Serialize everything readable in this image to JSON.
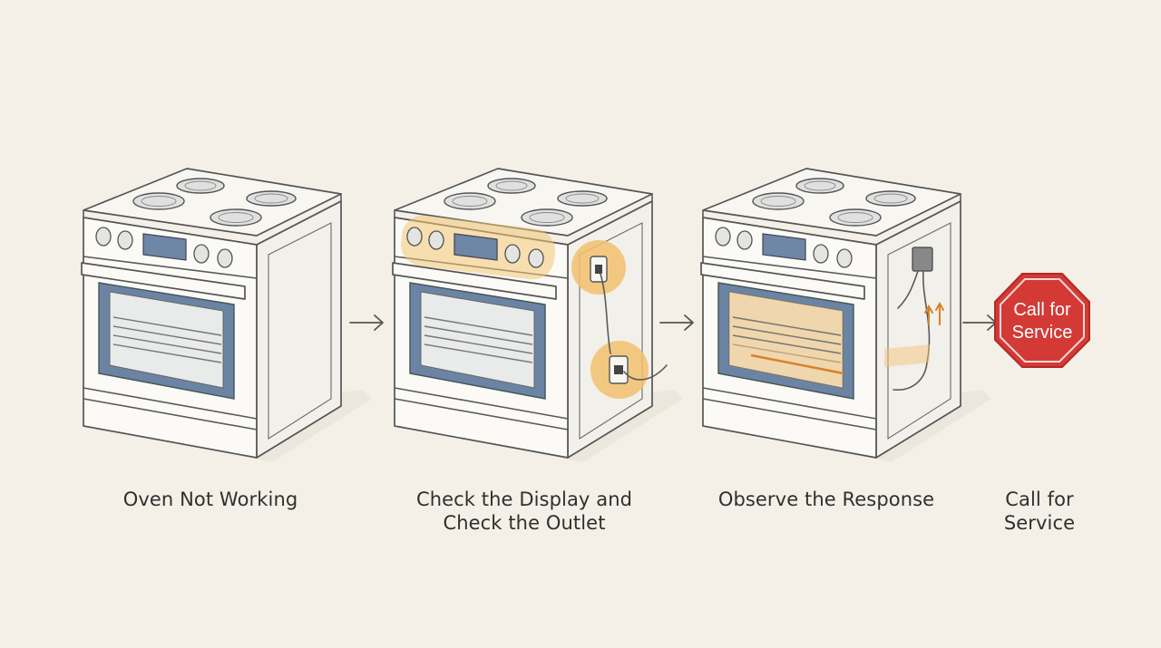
{
  "steps": [
    {
      "id": "step-1",
      "label_lines": [
        "Oven Not Working"
      ]
    },
    {
      "id": "step-2",
      "label_lines": [
        "Check the Display and",
        "Check the Outlet"
      ]
    },
    {
      "id": "step-3",
      "label_lines": [
        "Observe the Response"
      ]
    },
    {
      "id": "step-4",
      "label_lines": [
        "Call for",
        "Service"
      ]
    }
  ],
  "stop_sign": {
    "line1": "Call for",
    "line2": "Service"
  },
  "colors": {
    "background": "#f4f0e7",
    "highlight": "#f2c16e",
    "oven_glass": "#6b84a3",
    "heat_glow": "#f5c47a",
    "stop_sign": "#d33a36",
    "stop_sign_text": "#ffffff"
  },
  "icons": [
    "oven-icon",
    "oven-highlighted-icon",
    "oven-heating-icon",
    "stop-sign-icon",
    "arrow-right-icon",
    "power-outlet-icon",
    "power-cord-icon"
  ]
}
